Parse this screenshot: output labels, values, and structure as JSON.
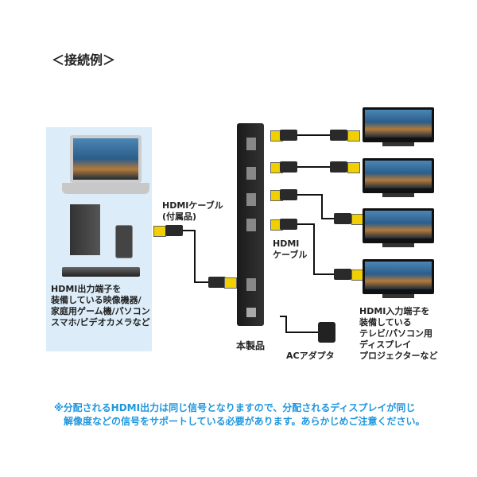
{
  "title": "＜接続例＞",
  "source_label": [
    "HDMI出力端子を",
    "装備している映像機器/",
    "家庭用ゲーム機/パソコン",
    "スマホ/ビデオカメラなど"
  ],
  "cable_included_label": [
    "HDMIケーブル",
    "(付属品)"
  ],
  "cable_label": [
    "HDMI",
    "ケーブル"
  ],
  "product_label": "本製品",
  "adapter_label": "ACアダプタ",
  "display_label": [
    "HDMI入力端子を",
    "装備している",
    "テレビ/パソコン用",
    "ディスプレイ",
    "プロジェクターなど"
  ],
  "note": [
    "※分配されるHDMI出力は同じ信号となりますので、分配されるディスプレイが同じ",
    "解像度などの信号をサポートしている必要があります。あらかじめご注意ください。"
  ],
  "colors": {
    "note": "#1e96dd",
    "panel": "#dcedf9",
    "plug": "#f0d000"
  }
}
